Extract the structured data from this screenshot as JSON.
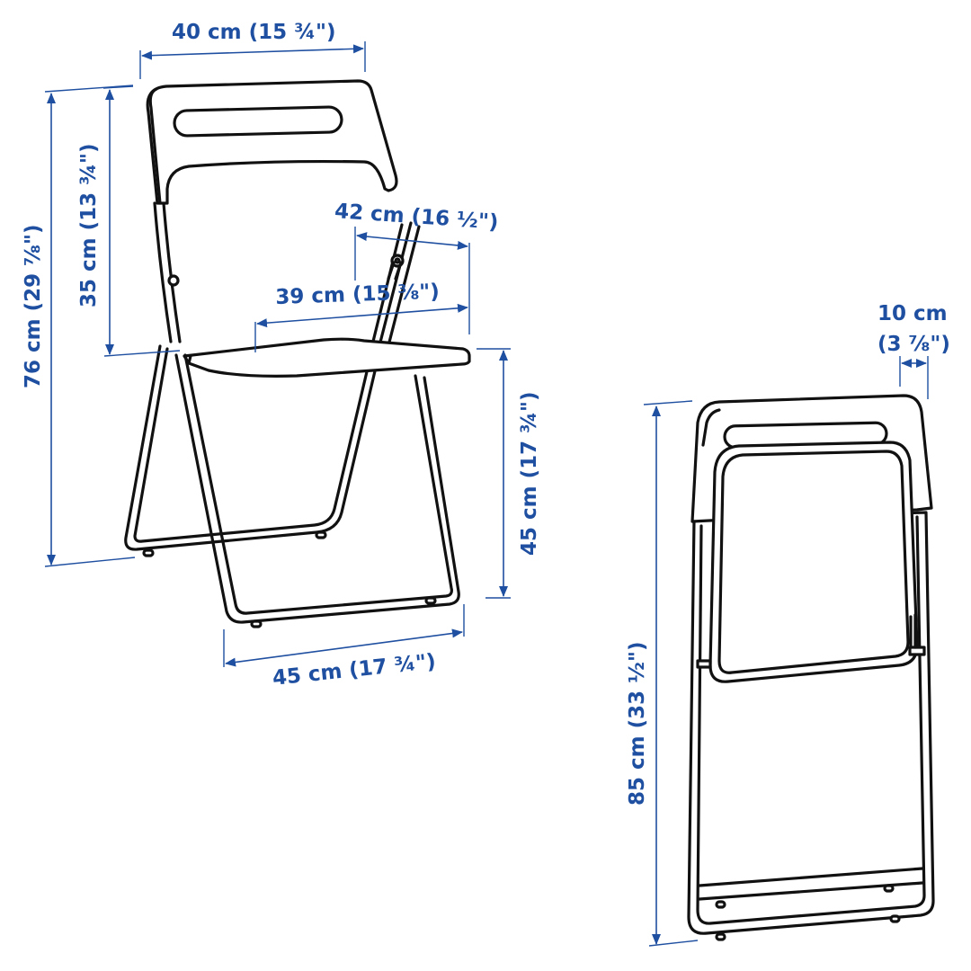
{
  "diagram": {
    "colors": {
      "dimension": "#1f4fa0",
      "outline": "#111111",
      "background": "#ffffff"
    },
    "views": [
      {
        "id": "unfolded-chair",
        "description": "Folding chair, open (perspective)"
      },
      {
        "id": "folded-chair",
        "description": "Folding chair, folded (front view)"
      }
    ],
    "dimensions": {
      "backrest_width": "40 cm (15 ¾\")",
      "total_height": "76 cm (29 ⅞\")",
      "backrest_height": "35 cm (13 ¾\")",
      "seat_width": "42 cm (16 ½\")",
      "seat_depth": "39 cm (15 ⅜\")",
      "seat_height": "45 cm (17 ¾\")",
      "footprint_depth": "45 cm (17 ¾\")",
      "folded_thickness_value": "10 cm",
      "folded_thickness_inches": "(3 ⅞\")",
      "folded_height": "85 cm (33 ½\")"
    }
  }
}
